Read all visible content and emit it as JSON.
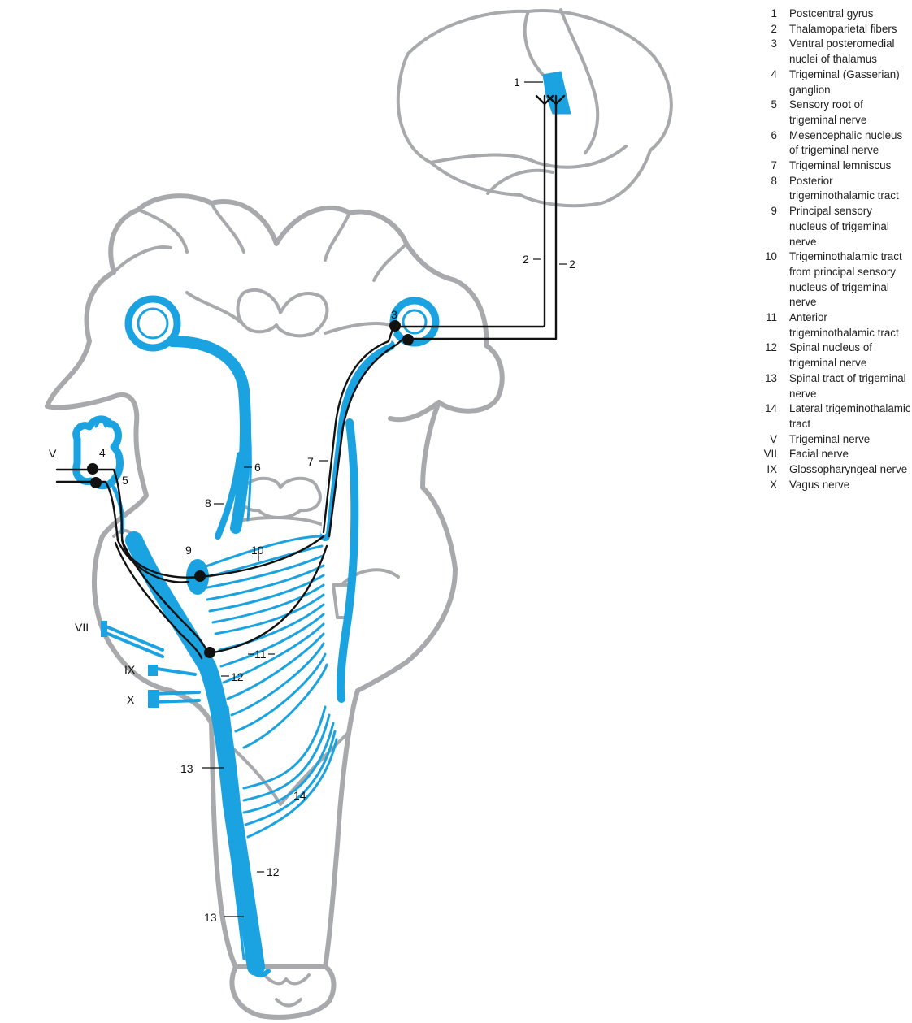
{
  "diagram": {
    "legend": [
      {
        "key": "1",
        "text": "Postcentral gyrus"
      },
      {
        "key": "2",
        "text": "Thalamoparietal fibers"
      },
      {
        "key": "3",
        "text": "Ventral posteromedial nuclei of thalamus"
      },
      {
        "key": "4",
        "text": "Trigeminal (Gasserian) ganglion"
      },
      {
        "key": "5",
        "text": "Sensory root of trigeminal nerve"
      },
      {
        "key": "6",
        "text": "Mesencephalic nucleus of trigeminal nerve"
      },
      {
        "key": "7",
        "text": "Trigeminal lemniscus"
      },
      {
        "key": "8",
        "text": "Posterior trigeminothalamic tract"
      },
      {
        "key": "9",
        "text": "Principal sensory nucleus of trigeminal nerve"
      },
      {
        "key": "10",
        "text": "Trigeminothalamic tract from principal sensory nucleus of trigeminal nerve"
      },
      {
        "key": "11",
        "text": "Anterior trigeminothalamic tract"
      },
      {
        "key": "12",
        "text": "Spinal nucleus of trigeminal nerve"
      },
      {
        "key": "13",
        "text": "Spinal tract of trigeminal nerve"
      },
      {
        "key": "14",
        "text": "Lateral trigeminothalamic tract"
      },
      {
        "key": "V",
        "text": "Trigeminal nerve"
      },
      {
        "key": "VII",
        "text": "Facial nerve"
      },
      {
        "key": "IX",
        "text": "Glossopharyngeal nerve"
      },
      {
        "key": "X",
        "text": "Vagus nerve"
      }
    ],
    "labels": {
      "l1": "1",
      "l2a": "2",
      "l2b": "2",
      "l3": "3",
      "l4": "4",
      "l5": "5",
      "l6": "6",
      "l7": "7",
      "l8": "8",
      "l9": "9",
      "l10": "10",
      "l11": "11",
      "l12a": "12",
      "l12b": "12",
      "l13a": "13",
      "l13b": "13",
      "l14": "14",
      "lV": "V",
      "lVII": "VII",
      "lIX": "IX",
      "lX": "X"
    },
    "colors": {
      "tract": "#1aa3e0",
      "outline": "#a7a9ac",
      "pathway": "#111111"
    }
  }
}
